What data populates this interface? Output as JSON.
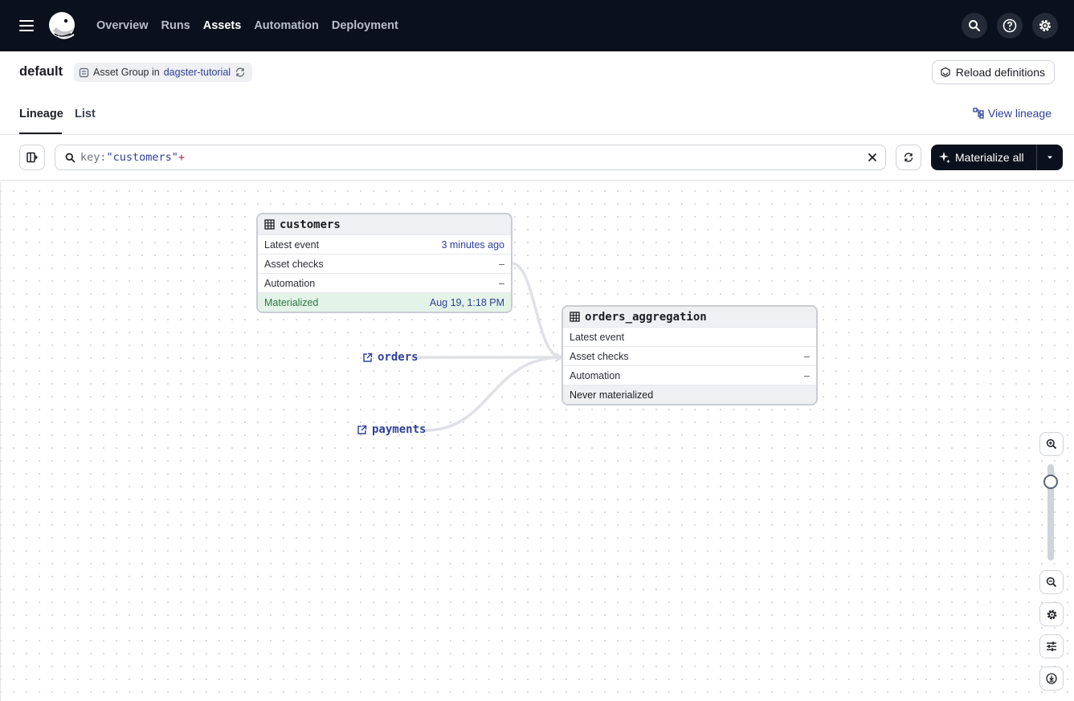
{
  "nav": {
    "items": [
      {
        "label": "Overview",
        "active": false
      },
      {
        "label": "Runs",
        "active": false
      },
      {
        "label": "Assets",
        "active": true
      },
      {
        "label": "Automation",
        "active": false
      },
      {
        "label": "Deployment",
        "active": false
      }
    ]
  },
  "header": {
    "title": "default",
    "group_tag_prefix": "Asset Group in",
    "group_tag_location": "dagster-tutorial",
    "reload_label": "Reload definitions"
  },
  "tabs": {
    "items": [
      {
        "label": "Lineage",
        "active": true
      },
      {
        "label": "List",
        "active": false
      }
    ],
    "view_lineage": "View lineage"
  },
  "toolbar": {
    "search_key": "key:",
    "search_string": "\"customers\"",
    "search_plus": "+",
    "materialize_label": "Materialize all"
  },
  "graph": {
    "customers": {
      "name": "customers",
      "rows": [
        {
          "label": "Latest event",
          "value": "3 minutes ago"
        },
        {
          "label": "Asset checks",
          "value": "–"
        },
        {
          "label": "Automation",
          "value": "–"
        }
      ],
      "status_label": "Materialized",
      "status_value": "Aug 19, 1:18 PM"
    },
    "orders_aggregation": {
      "name": "orders_aggregation",
      "rows": [
        {
          "label": "Latest event",
          "value": ""
        },
        {
          "label": "Asset checks",
          "value": "–"
        },
        {
          "label": "Automation",
          "value": "–"
        }
      ],
      "status_label": "Never materialized"
    },
    "sources": [
      {
        "name": "orders"
      },
      {
        "name": "payments"
      }
    ]
  },
  "colors": {
    "nav_bg": "#0b111c",
    "link": "#2e3f9a",
    "materialized_bg": "#e4f3e8",
    "materialized_text": "#237a3d"
  }
}
